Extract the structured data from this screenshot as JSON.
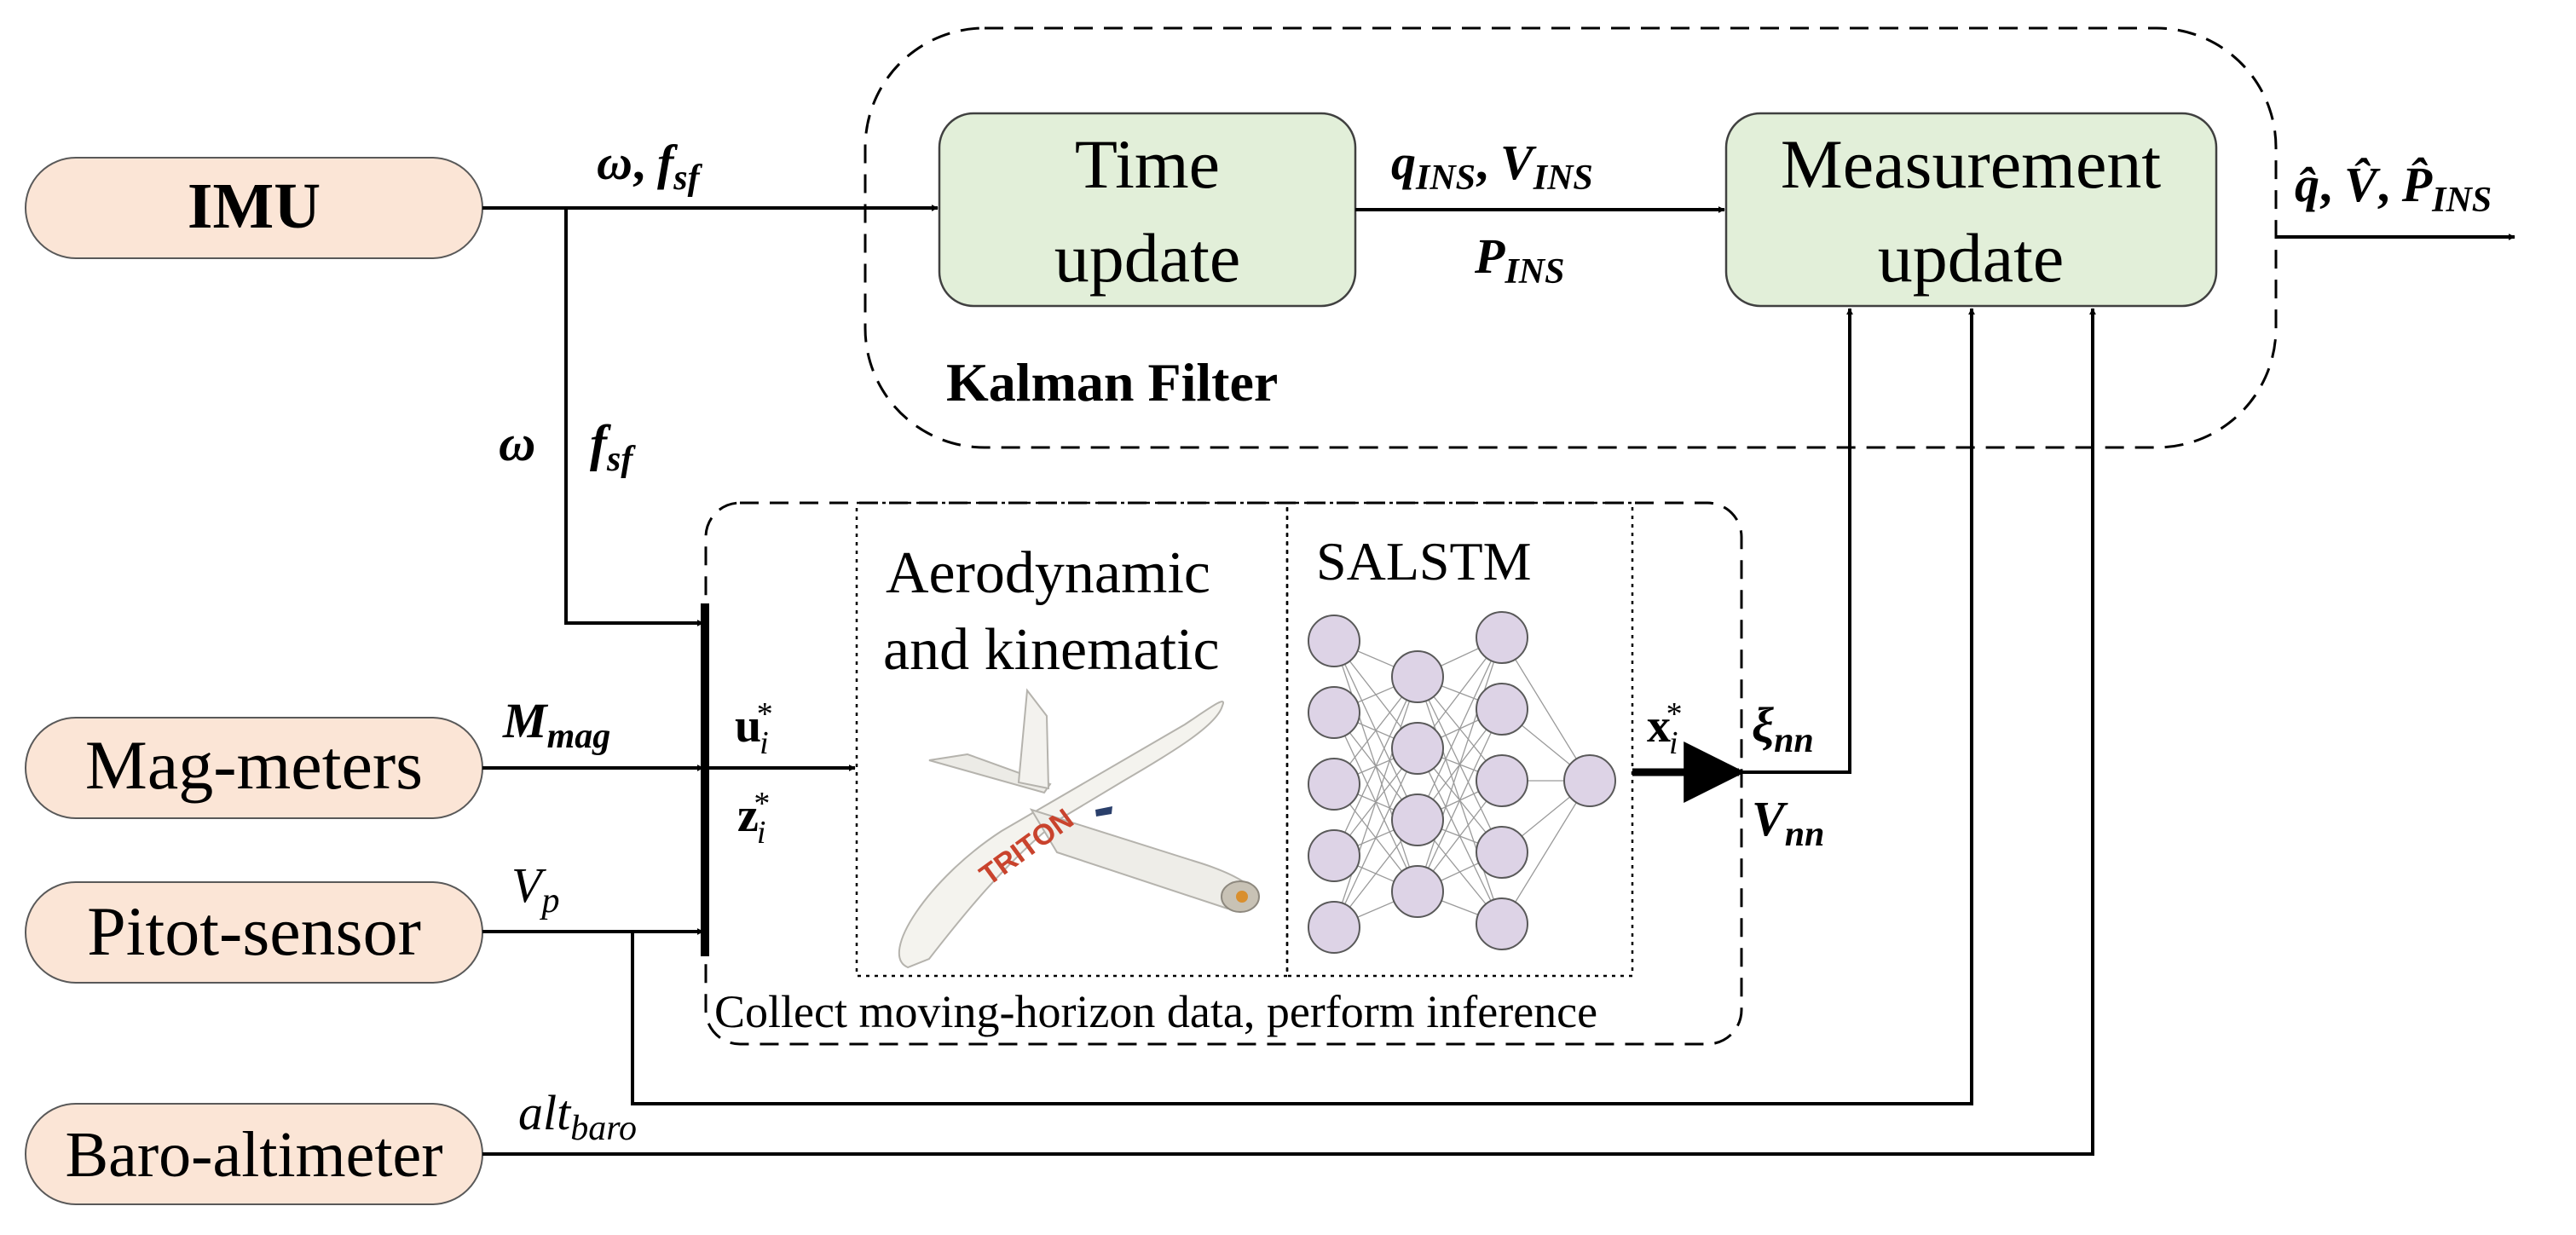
{
  "nodes": {
    "imu": "IMU",
    "mag": "Mag-meters",
    "pitot": "Pitot-sensor",
    "baro": "Baro-altimeter"
  },
  "kalman": {
    "title": "Kalman Filter",
    "time_update": [
      "Time",
      "update"
    ],
    "measurement_update": [
      "Measurement",
      "update"
    ]
  },
  "inference": {
    "left_title": [
      "Aerodynamic",
      "and kinematic"
    ],
    "right_title": "SALSTM",
    "caption": "Collect moving-horizon data, perform inference",
    "aircraft_marking": "TRITON"
  },
  "signals": {
    "imu_out": [
      "ω",
      "f",
      "sf"
    ],
    "omega": "ω",
    "fsf": [
      "f",
      "sf"
    ],
    "mmag": [
      "M",
      "mag"
    ],
    "vp": [
      "V",
      "p"
    ],
    "alt": [
      "alt",
      "baro"
    ],
    "u": [
      "u",
      "i",
      "*"
    ],
    "z": [
      "z",
      "i",
      "*"
    ],
    "x": [
      "x",
      "i",
      "*"
    ],
    "xi": [
      "ξ",
      "nn"
    ],
    "vnn": [
      "V",
      "nn"
    ],
    "qv_ins": [
      "q",
      "INS",
      "V",
      "INS"
    ],
    "p_ins": [
      "P",
      "INS"
    ],
    "output": [
      "q̂",
      "V̂",
      "P̂",
      "INS"
    ]
  },
  "colors": {
    "sensor_fill": "#fbe5d6",
    "update_fill": "#e2efd9",
    "neuron_fill": "#ddd3e6"
  }
}
